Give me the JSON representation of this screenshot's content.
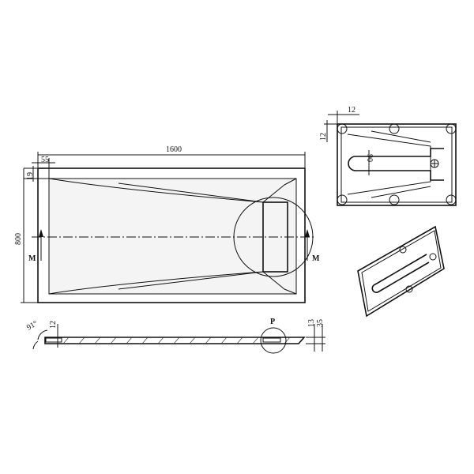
{
  "plan": {
    "length": "1600",
    "rim_width": "55",
    "rim_offset": "19",
    "width": "800",
    "section_left": "M",
    "section_right": "M"
  },
  "side": {
    "angle": "91°",
    "depth": "12",
    "detail": "P",
    "height_inner": "13",
    "height_total": "35"
  },
  "underside": {
    "offset_x": "12",
    "offset_y": "12",
    "channel": "90"
  }
}
